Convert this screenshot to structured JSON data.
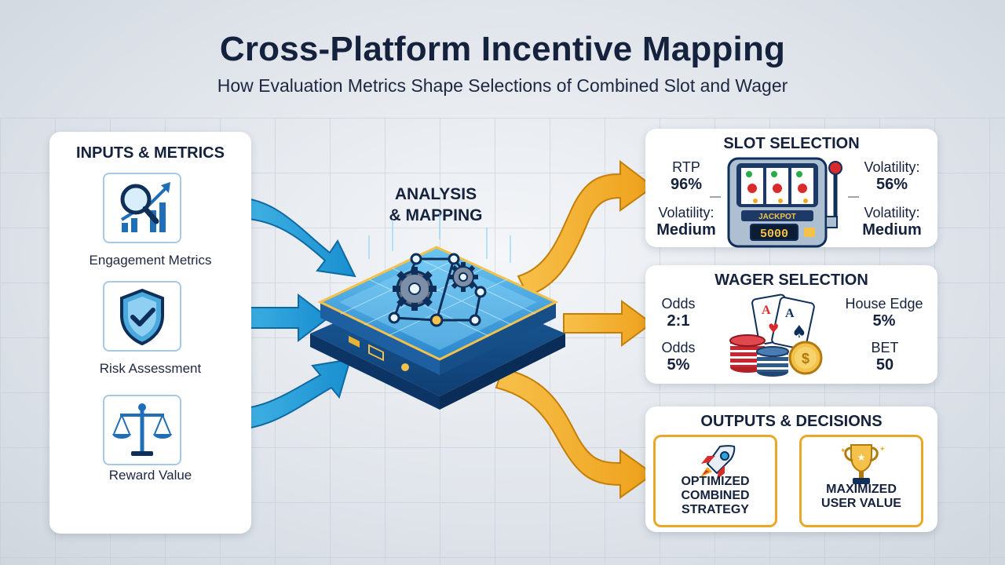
{
  "header": {
    "title": "Cross-Platform Incentive Mapping",
    "subtitle": "How Evaluation Metrics Shape Selections of Combined Slot and Wager"
  },
  "inputs": {
    "title": "INPUTS & METRICS",
    "items": [
      {
        "label": "Engagement Metrics",
        "icon": "magnifier-chart-icon"
      },
      {
        "label": "Risk Assessment",
        "icon": "shield-check-icon"
      },
      {
        "label": "Reward Value",
        "icon": "balance-scale-icon"
      }
    ]
  },
  "center": {
    "title": "ANALYSIS\n& MAPPING",
    "icon": "gear-network-platform-icon"
  },
  "slot": {
    "title": "SLOT SELECTION",
    "left_top": {
      "label": "RTP",
      "value": "96%"
    },
    "left_bottom": {
      "label": "Volatility:",
      "value": "Medium"
    },
    "right_top": {
      "label": "Volatility:",
      "value": "56%"
    },
    "right_bottom": {
      "label": "Volatility:",
      "value": "Medium"
    },
    "machine_banner": "JACKPOT",
    "machine_display": "5000"
  },
  "wager": {
    "title": "WAGER SELECTION",
    "left_top": {
      "label": "Odds",
      "value": "2:1"
    },
    "left_bottom": {
      "label": "Odds",
      "value": "5%"
    },
    "right_top": {
      "label": "House Edge",
      "value": "5%"
    },
    "right_bottom": {
      "label": "BET",
      "value": "50"
    },
    "card_rank": "A",
    "coin_symbol": "$"
  },
  "outputs": {
    "title": "OUTPUTS & DECISIONS",
    "items": [
      {
        "label": "OPTIMIZED\nCOMBINED\nSTRATEGY",
        "icon": "rocket-icon"
      },
      {
        "label": "MAXIMIZED\nUSER VALUE",
        "icon": "trophy-icon"
      }
    ]
  },
  "colors": {
    "input_arrow": "#29a6dc",
    "output_arrow": "#f2a81d",
    "output_border": "#e9a827",
    "title_text": "#15223d",
    "platform_blue": "#1f6fb8"
  }
}
